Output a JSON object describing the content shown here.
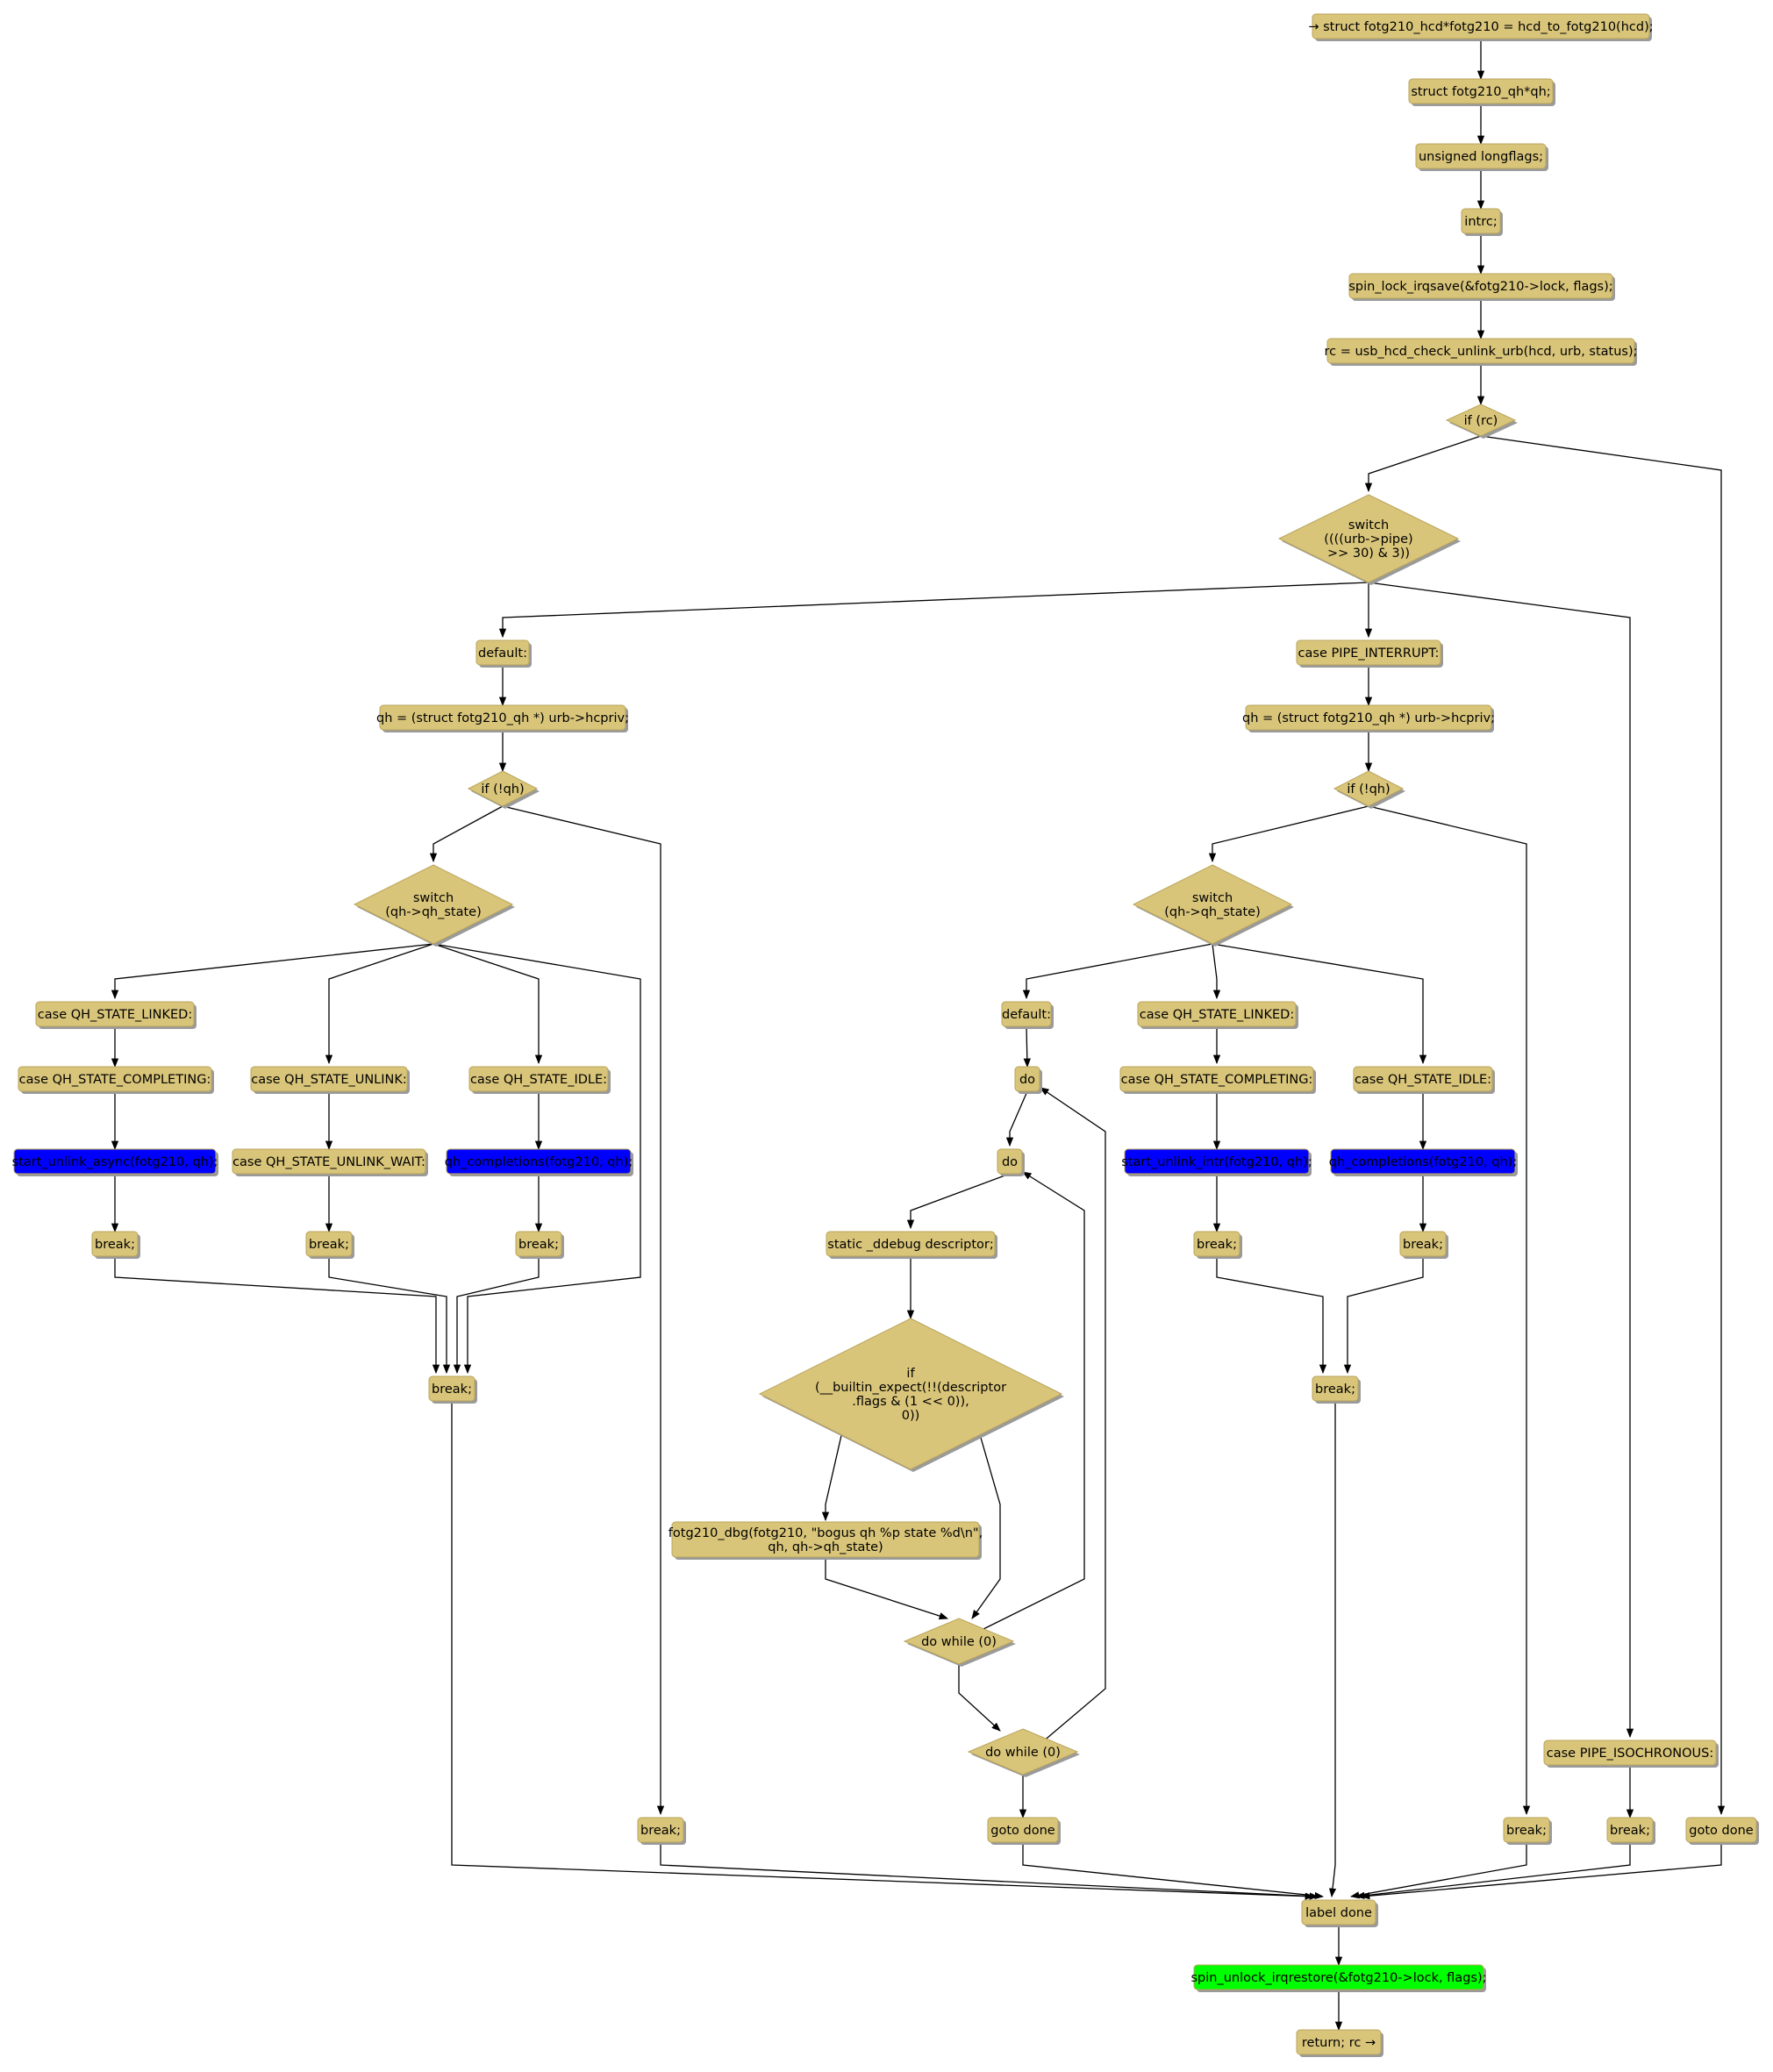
{
  "diagram": {
    "title": "fotg210_urb_dequeue control flow",
    "colors": {
      "node_fill": "#d9c57a",
      "node_stroke": "#b8a45a",
      "highlight_blue": "#0000ff",
      "highlight_green": "#00ff00",
      "edge": "#000000"
    },
    "nodes": [
      {
        "id": "n_fotg",
        "shape": "rect",
        "text": [
          "→ struct fotg210_hcd*fotg210 = hcd_to_fotg210(hcd);"
        ]
      },
      {
        "id": "n_qhdecl",
        "shape": "rect",
        "text": [
          "struct fotg210_qh*qh;"
        ]
      },
      {
        "id": "n_flags",
        "shape": "rect",
        "text": [
          "unsigned longflags;"
        ]
      },
      {
        "id": "n_rc",
        "shape": "rect",
        "text": [
          "intrc;"
        ]
      },
      {
        "id": "n_lock",
        "shape": "rect",
        "text": [
          "spin_lock_irqsave(&fotg210->lock, flags);"
        ]
      },
      {
        "id": "n_check",
        "shape": "rect",
        "text": [
          "rc = usb_hcd_check_unlink_urb(hcd, urb, status);"
        ]
      },
      {
        "id": "n_ifrc",
        "shape": "diamond",
        "text": [
          "if (rc)"
        ]
      },
      {
        "id": "n_switch_pipe",
        "shape": "diamond",
        "text": [
          "switch",
          "((((urb->pipe)",
          ">> 30) & 3))"
        ]
      },
      {
        "id": "n_default_l",
        "shape": "rect",
        "text": [
          "default:"
        ]
      },
      {
        "id": "n_qh_l",
        "shape": "rect",
        "text": [
          "qh = (struct fotg210_qh *) urb->hcpriv;"
        ]
      },
      {
        "id": "n_ifqh_l",
        "shape": "diamond",
        "text": [
          "if (!qh)"
        ]
      },
      {
        "id": "n_switch_state_l",
        "shape": "diamond",
        "text": [
          "switch",
          "(qh->qh_state)"
        ]
      },
      {
        "id": "n_linked_l",
        "shape": "rect",
        "text": [
          "case QH_STATE_LINKED:"
        ]
      },
      {
        "id": "n_completing_l",
        "shape": "rect",
        "text": [
          "case QH_STATE_COMPLETING:"
        ]
      },
      {
        "id": "n_start_unlink_async",
        "shape": "rect",
        "color": "blue",
        "text": [
          "start_unlink_async(fotg210, qh);"
        ]
      },
      {
        "id": "n_break_l1",
        "shape": "rect",
        "text": [
          "break;"
        ]
      },
      {
        "id": "n_unlink_l",
        "shape": "rect",
        "text": [
          "case QH_STATE_UNLINK:"
        ]
      },
      {
        "id": "n_unlink_wait_l",
        "shape": "rect",
        "text": [
          "case QH_STATE_UNLINK_WAIT:"
        ]
      },
      {
        "id": "n_break_l2",
        "shape": "rect",
        "text": [
          "break;"
        ]
      },
      {
        "id": "n_idle_l",
        "shape": "rect",
        "text": [
          "case QH_STATE_IDLE:"
        ]
      },
      {
        "id": "n_qh_completions_l",
        "shape": "rect",
        "color": "blue",
        "text": [
          "qh_completions(fotg210, qh);"
        ]
      },
      {
        "id": "n_break_l3",
        "shape": "rect",
        "text": [
          "break;"
        ]
      },
      {
        "id": "n_break_l_join",
        "shape": "rect",
        "text": [
          "break;"
        ]
      },
      {
        "id": "n_break_l_noqh",
        "shape": "rect",
        "text": [
          "break;"
        ]
      },
      {
        "id": "n_interrupt",
        "shape": "rect",
        "text": [
          "case PIPE_INTERRUPT:"
        ]
      },
      {
        "id": "n_qh_r",
        "shape": "rect",
        "text": [
          "qh = (struct fotg210_qh *) urb->hcpriv;"
        ]
      },
      {
        "id": "n_ifqh_r",
        "shape": "diamond",
        "text": [
          "if (!qh)"
        ]
      },
      {
        "id": "n_switch_state_r",
        "shape": "diamond",
        "text": [
          "switch",
          "(qh->qh_state)"
        ]
      },
      {
        "id": "n_default_r",
        "shape": "rect",
        "text": [
          "default:"
        ]
      },
      {
        "id": "n_do1",
        "shape": "rect",
        "text": [
          "do"
        ]
      },
      {
        "id": "n_do2",
        "shape": "rect",
        "text": [
          "do"
        ]
      },
      {
        "id": "n_ddebug",
        "shape": "rect",
        "text": [
          "static _ddebug descriptor;"
        ]
      },
      {
        "id": "n_if_builtin",
        "shape": "diamond",
        "text": [
          "if",
          "(__builtin_expect(!!(descriptor",
          ".flags & (1 << 0)),",
          "0))"
        ]
      },
      {
        "id": "n_dbg",
        "shape": "rect",
        "text": [
          "fotg210_dbg(fotg210, \"bogus qh %p state %d\\n\",",
          "qh, qh->qh_state)"
        ]
      },
      {
        "id": "n_dowhile1",
        "shape": "diamond",
        "text": [
          "do while (0)"
        ]
      },
      {
        "id": "n_dowhile2",
        "shape": "diamond",
        "text": [
          "do while (0)"
        ]
      },
      {
        "id": "n_goto_done_m",
        "shape": "rect",
        "text": [
          "goto done"
        ]
      },
      {
        "id": "n_linked_r",
        "shape": "rect",
        "text": [
          "case QH_STATE_LINKED:"
        ]
      },
      {
        "id": "n_completing_r",
        "shape": "rect",
        "text": [
          "case QH_STATE_COMPLETING:"
        ]
      },
      {
        "id": "n_start_unlink_intr",
        "shape": "rect",
        "color": "blue",
        "text": [
          "start_unlink_intr(fotg210, qh);"
        ]
      },
      {
        "id": "n_break_r1",
        "shape": "rect",
        "text": [
          "break;"
        ]
      },
      {
        "id": "n_idle_r",
        "shape": "rect",
        "text": [
          "case QH_STATE_IDLE:"
        ]
      },
      {
        "id": "n_qh_completions_r",
        "shape": "rect",
        "color": "blue",
        "text": [
          "qh_completions(fotg210, qh);"
        ]
      },
      {
        "id": "n_break_r2",
        "shape": "rect",
        "text": [
          "break;"
        ]
      },
      {
        "id": "n_break_r_join",
        "shape": "rect",
        "text": [
          "break;"
        ]
      },
      {
        "id": "n_break_r_noqh",
        "shape": "rect",
        "text": [
          "break;"
        ]
      },
      {
        "id": "n_isochronous",
        "shape": "rect",
        "text": [
          "case PIPE_ISOCHRONOUS:"
        ]
      },
      {
        "id": "n_break_iso",
        "shape": "rect",
        "text": [
          "break;"
        ]
      },
      {
        "id": "n_goto_done_r",
        "shape": "rect",
        "text": [
          "goto done"
        ]
      },
      {
        "id": "n_label_done",
        "shape": "rect",
        "text": [
          "label done"
        ]
      },
      {
        "id": "n_unlock",
        "shape": "rect",
        "color": "green",
        "text": [
          "spin_unlock_irqrestore(&fotg210->lock, flags);"
        ]
      },
      {
        "id": "n_return",
        "shape": "rect",
        "text": [
          "return; rc →"
        ]
      }
    ],
    "edges": [
      [
        "n_fotg",
        "n_qhdecl"
      ],
      [
        "n_qhdecl",
        "n_flags"
      ],
      [
        "n_flags",
        "n_rc"
      ],
      [
        "n_rc",
        "n_lock"
      ],
      [
        "n_lock",
        "n_check"
      ],
      [
        "n_check",
        "n_ifrc"
      ],
      [
        "n_ifrc",
        "n_switch_pipe"
      ],
      [
        "n_ifrc",
        "n_goto_done_r"
      ],
      [
        "n_switch_pipe",
        "n_default_l"
      ],
      [
        "n_switch_pipe",
        "n_interrupt"
      ],
      [
        "n_switch_pipe",
        "n_isochronous"
      ],
      [
        "n_default_l",
        "n_qh_l"
      ],
      [
        "n_qh_l",
        "n_ifqh_l"
      ],
      [
        "n_ifqh_l",
        "n_switch_state_l"
      ],
      [
        "n_ifqh_l",
        "n_break_l_noqh"
      ],
      [
        "n_switch_state_l",
        "n_linked_l"
      ],
      [
        "n_switch_state_l",
        "n_unlink_l"
      ],
      [
        "n_switch_state_l",
        "n_idle_l"
      ],
      [
        "n_switch_state_l",
        "n_break_l_join"
      ],
      [
        "n_linked_l",
        "n_completing_l"
      ],
      [
        "n_completing_l",
        "n_start_unlink_async"
      ],
      [
        "n_start_unlink_async",
        "n_break_l1"
      ],
      [
        "n_unlink_l",
        "n_unlink_wait_l"
      ],
      [
        "n_unlink_wait_l",
        "n_break_l2"
      ],
      [
        "n_idle_l",
        "n_qh_completions_l"
      ],
      [
        "n_qh_completions_l",
        "n_break_l3"
      ],
      [
        "n_break_l1",
        "n_break_l_join"
      ],
      [
        "n_break_l2",
        "n_break_l_join"
      ],
      [
        "n_break_l3",
        "n_break_l_join"
      ],
      [
        "n_break_l_join",
        "n_label_done"
      ],
      [
        "n_break_l_noqh",
        "n_label_done"
      ],
      [
        "n_interrupt",
        "n_qh_r"
      ],
      [
        "n_qh_r",
        "n_ifqh_r"
      ],
      [
        "n_ifqh_r",
        "n_switch_state_r"
      ],
      [
        "n_ifqh_r",
        "n_break_r_noqh"
      ],
      [
        "n_switch_state_r",
        "n_default_r"
      ],
      [
        "n_switch_state_r",
        "n_linked_r"
      ],
      [
        "n_switch_state_r",
        "n_idle_r"
      ],
      [
        "n_default_r",
        "n_do1"
      ],
      [
        "n_do1",
        "n_do2"
      ],
      [
        "n_do2",
        "n_ddebug"
      ],
      [
        "n_ddebug",
        "n_if_builtin"
      ],
      [
        "n_if_builtin",
        "n_dbg"
      ],
      [
        "n_if_builtin",
        "n_dowhile1"
      ],
      [
        "n_dbg",
        "n_dowhile1"
      ],
      [
        "n_dowhile1",
        "n_do2"
      ],
      [
        "n_dowhile1",
        "n_dowhile2"
      ],
      [
        "n_dowhile2",
        "n_do1"
      ],
      [
        "n_dowhile2",
        "n_goto_done_m"
      ],
      [
        "n_goto_done_m",
        "n_label_done"
      ],
      [
        "n_linked_r",
        "n_completing_r"
      ],
      [
        "n_completing_r",
        "n_start_unlink_intr"
      ],
      [
        "n_start_unlink_intr",
        "n_break_r1"
      ],
      [
        "n_idle_r",
        "n_qh_completions_r"
      ],
      [
        "n_qh_completions_r",
        "n_break_r2"
      ],
      [
        "n_break_r1",
        "n_break_r_join"
      ],
      [
        "n_break_r2",
        "n_break_r_join"
      ],
      [
        "n_break_r_join",
        "n_label_done"
      ],
      [
        "n_break_r_noqh",
        "n_label_done"
      ],
      [
        "n_isochronous",
        "n_break_iso"
      ],
      [
        "n_break_iso",
        "n_label_done"
      ],
      [
        "n_goto_done_r",
        "n_label_done"
      ],
      [
        "n_label_done",
        "n_unlock"
      ],
      [
        "n_unlock",
        "n_return"
      ]
    ]
  }
}
